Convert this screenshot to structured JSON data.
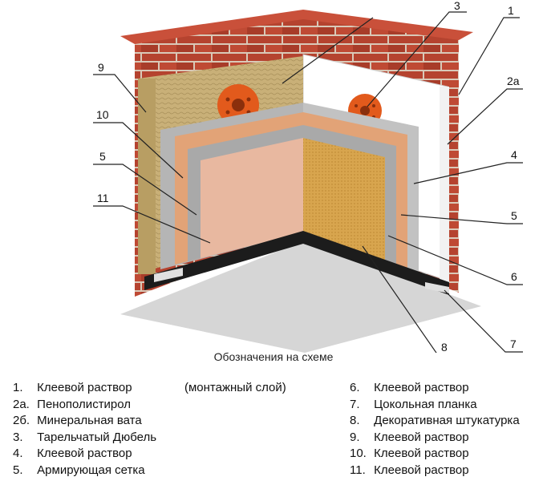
{
  "diagram": {
    "caption": "Обозначения на схеме",
    "callouts": [
      "9",
      "10",
      "5",
      "11",
      "3",
      "1",
      "2а",
      "4",
      "5",
      "6",
      "7",
      "8"
    ]
  },
  "legend": {
    "left": [
      {
        "num": "1.",
        "text": "Клеевой раствор",
        "note": "(монтажный слой)"
      },
      {
        "num": "2а.",
        "text": "Пенополистирол"
      },
      {
        "num": "2б.",
        "text": "Минеральная вата"
      },
      {
        "num": "3.",
        "text": "Тарельчатый Дюбель"
      },
      {
        "num": "4.",
        "text": "Клеевой раствор"
      },
      {
        "num": "5.",
        "text": "Армирующая сетка"
      }
    ],
    "right": [
      {
        "num": "6.",
        "text": "Клеевой раствор"
      },
      {
        "num": "7.",
        "text": "Цокольная планка"
      },
      {
        "num": "8.",
        "text": "Декоративная штукатурка"
      },
      {
        "num": "9.",
        "text": "Клеевой раствор"
      },
      {
        "num": "10.",
        "text": "Клеевой раствор"
      },
      {
        "num": "11.",
        "text": "Клеевой раствор"
      }
    ]
  },
  "colors": {
    "brick": "#b5432f",
    "mortar": "#d9c9b8",
    "mineral_wool": "#c9b078",
    "polystyrene": "#ffffff",
    "adhesive": "#a9a9a9",
    "mesh_layer": "#d8b89a",
    "plaster_left": "#e8b8a0",
    "plaster_right": "#d8a54e",
    "dowel": "#e25a1c",
    "floor": "#d6d6d6",
    "base_profile": "#1c1c1c"
  }
}
